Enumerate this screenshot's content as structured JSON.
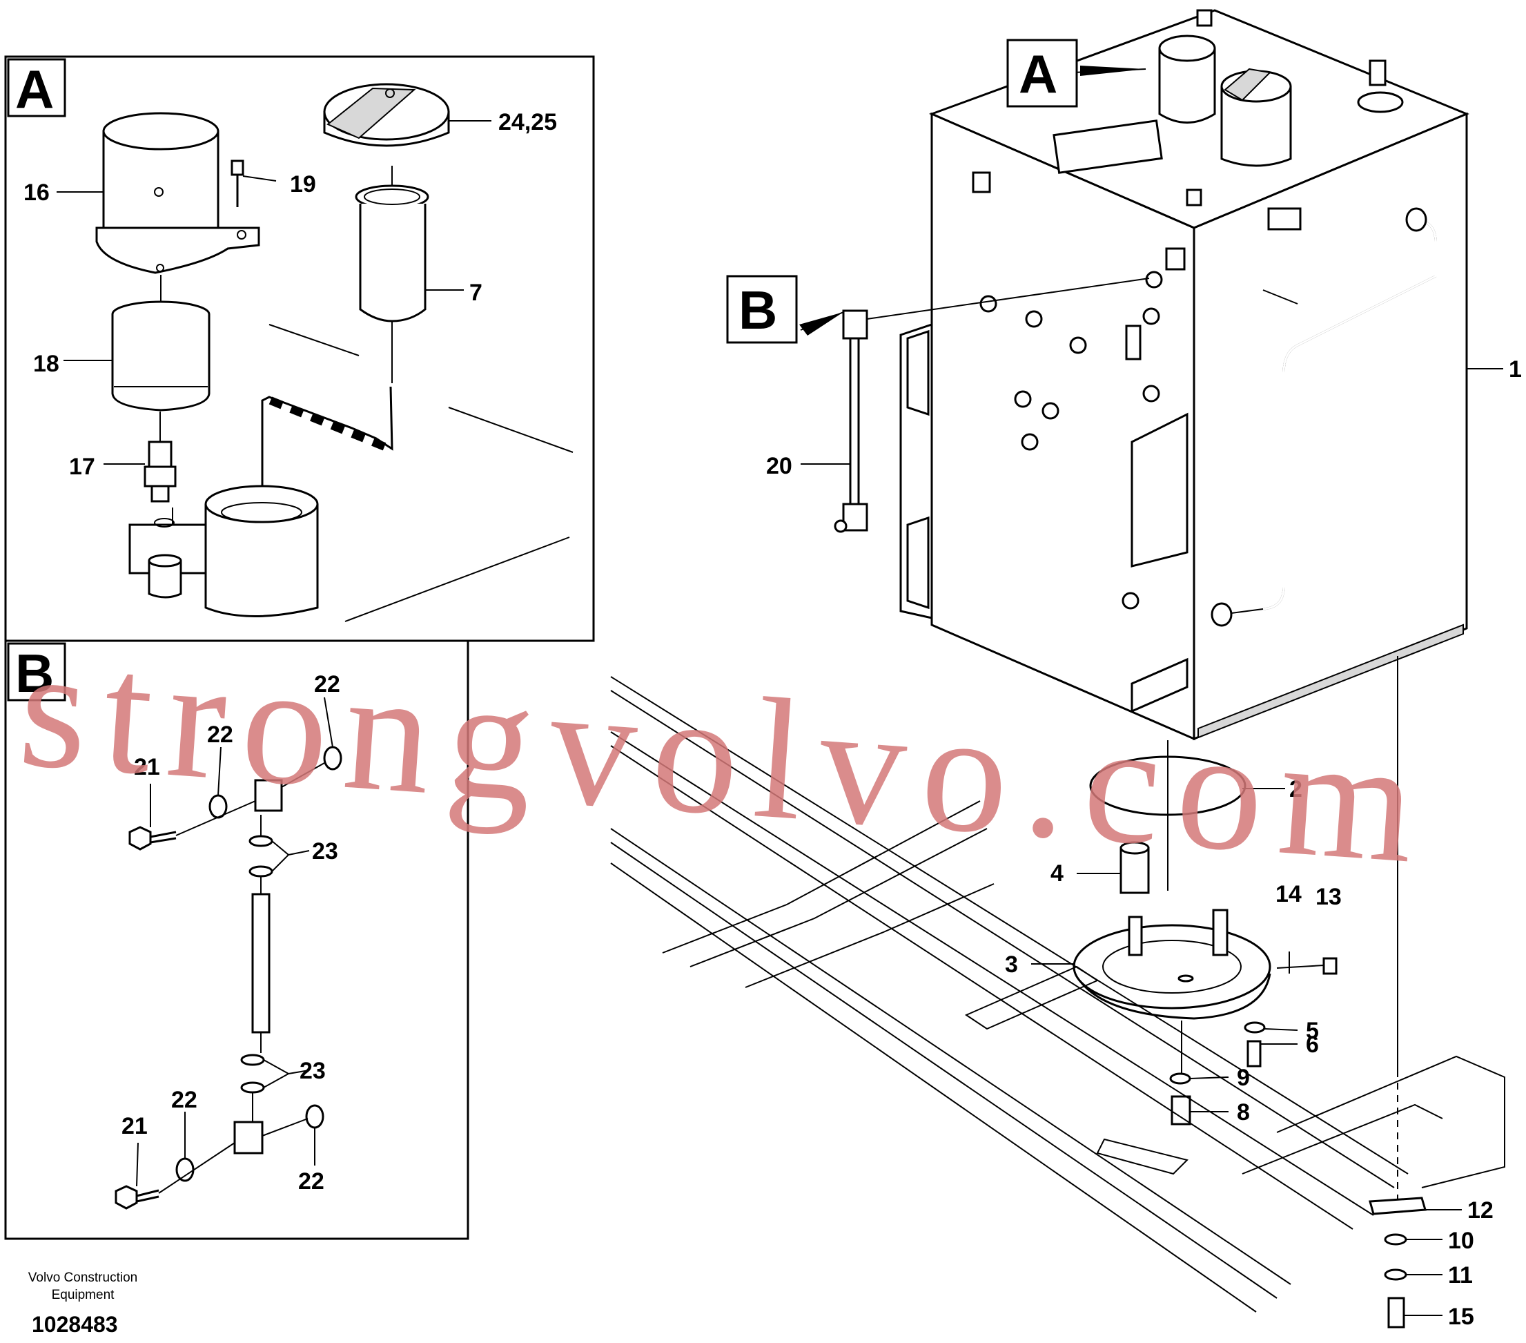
{
  "watermark": "strongvolvo.com",
  "footer": {
    "company_line1": "Volvo Construction",
    "company_line2": "Equipment",
    "document_number": "1028483"
  },
  "callouts": {
    "A": "A",
    "B": "B",
    "p1": "1",
    "p2": "2",
    "p3": "3",
    "p4": "4",
    "p5": "5",
    "p6": "6",
    "p7": "7",
    "p8": "8",
    "p9": "9",
    "p10": "10",
    "p11": "11",
    "p12": "12",
    "p13": "13",
    "p14": "14",
    "p15": "15",
    "p16": "16",
    "p17": "17",
    "p18": "18",
    "p19": "19",
    "p20": "20",
    "p21": "21",
    "p22": "22",
    "p23": "23",
    "p24_25": "24,25"
  }
}
